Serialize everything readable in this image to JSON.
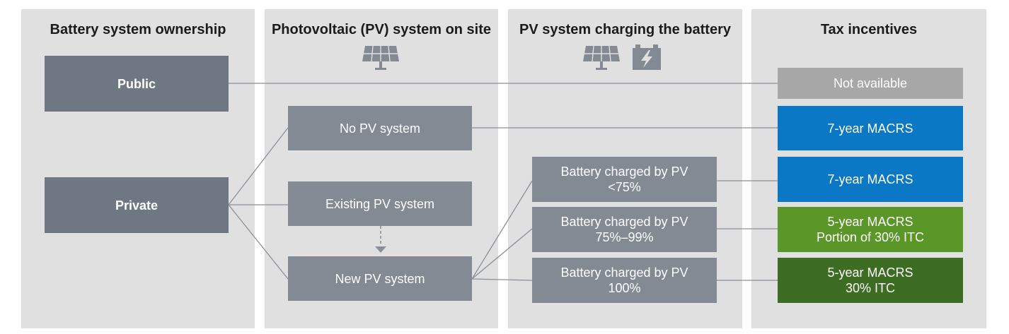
{
  "columns": {
    "ownership": {
      "title": "Battery system ownership"
    },
    "pv_site": {
      "title": "Photovoltaic (PV) system on site"
    },
    "pv_charging": {
      "title": "PV system charging the battery"
    },
    "tax": {
      "title": "Tax incentives"
    }
  },
  "icons": {
    "pv_site": [
      "solar-panel-icon"
    ],
    "pv_charging": [
      "solar-panel-icon",
      "battery-charge-icon"
    ]
  },
  "ownership": {
    "public": "Public",
    "private": "Private"
  },
  "pv_site": {
    "no_pv": "No PV system",
    "existing_pv": "Existing PV system",
    "new_pv": "New PV system"
  },
  "pv_charging": {
    "lt75": [
      "Battery charged by PV",
      "<75%"
    ],
    "b75_99": [
      "Battery charged by PV",
      "75%–99%"
    ],
    "full": [
      "Battery charged by PV",
      "100%"
    ]
  },
  "tax": {
    "not_available": "Not available",
    "macrs7_a": "7-year MACRS",
    "macrs7_b": "7-year MACRS",
    "macrs5_partial": [
      "5-year MACRS",
      "Portion of 30% ITC"
    ],
    "macrs5_full": [
      "5-year MACRS",
      "30% ITC"
    ]
  },
  "colors": {
    "column_bg": "#e0e0e0",
    "box_gray": "#838a94",
    "box_dark_gray": "#6f7782",
    "not_available": "#a7a7a7",
    "blue": "#0a78c4",
    "green": "#5b9728",
    "dark_green": "#3d6d22",
    "connector": "#8a9099"
  }
}
